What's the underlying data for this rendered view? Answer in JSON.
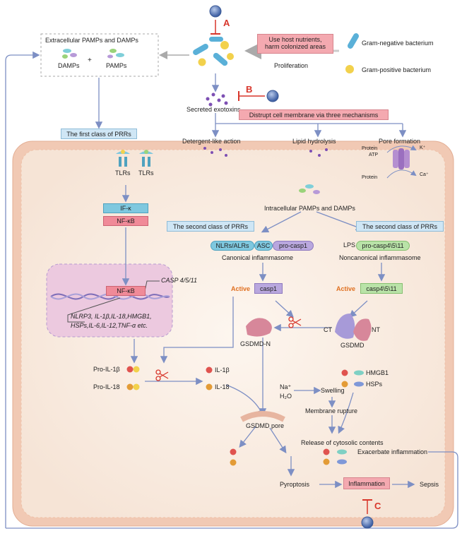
{
  "markers": {
    "a": "A",
    "b": "B",
    "c": "C"
  },
  "top": {
    "extracellular_title": "Extracellular PAMPs and DAMPs",
    "damps": "DAMPs",
    "plus": "+",
    "pamps": "PAMPs",
    "host_note_line1": "Use host nutrients,",
    "host_note_line2": "harm colonized areas",
    "proliferation": "Proliferation",
    "gram_negative": "Gram-negative bacterium",
    "gram_positive": "Gram-positive bacterium",
    "secreted_exotoxins": "Secreted exotoxins",
    "disrupt": "Distrupt cell membrane via three mechanisms",
    "detergent": "Detergent-like action",
    "lipid": "Lipid hydrolysis",
    "pore_formation": "Pore formation",
    "protein_atp_1": "Protein",
    "protein_atp_2": "ATP",
    "k_ion": "K⁺",
    "protein2": "Protein",
    "ca_ion": "Ca⁺"
  },
  "left": {
    "first_class": "The first class of PRRs",
    "tlrs1": "TLRs",
    "tlrs2": "TLRs",
    "ifk": "IF-κ",
    "nfkb": "NF-κB",
    "nfkb_nucleus": "NF-κB",
    "casp": "CASP 4/5/11",
    "genes_line1": "NLRP3, IL-1β,IL-18,HMGB1,",
    "genes_line2": "HSPs,IL-6,IL-12,TNF-α etc.",
    "pro_il1b": "Pro-IL-1β",
    "pro_il18": "Pro-IL-18",
    "il1b": "IL-1β",
    "il18": "IL-18"
  },
  "center": {
    "intracellular": "Intracellular PAMPs and DAMPs",
    "second_class_left": "The second class of PRRs",
    "second_class_right": "The second class of PRRs",
    "nlrs": "NLRs/ALRs",
    "asc": "ASC",
    "pro_casp1": "pro-casp1",
    "canonical": "Canonical inflammasome",
    "lps": "LPS",
    "pro_casp4": "pro-casp4\\5\\11",
    "noncanonical": "Noncanonical inflammasome",
    "active1": "Active",
    "casp1": "casp1",
    "active2": "Active",
    "casp4": "casp4\\5\\11",
    "gsdmd_n": "GSDMD-N",
    "ct": "CT",
    "nt": "NT",
    "gsdmd": "GSDMD"
  },
  "bottom": {
    "na": "Na⁺",
    "h2o": "H₂O",
    "swelling": "Swelling",
    "rupture": "Membrane rupture",
    "hmgb1": "HMGB1",
    "hsps": "HSPs",
    "gsdmd_pore": "GSDMD pore",
    "release": "Release of cytosolic contents",
    "exacerbate": "Exacerbate inflammation",
    "pyroptosis": "Pyroptosis",
    "inflammation": "Inflammation",
    "sepsis": "Sepsis"
  }
}
